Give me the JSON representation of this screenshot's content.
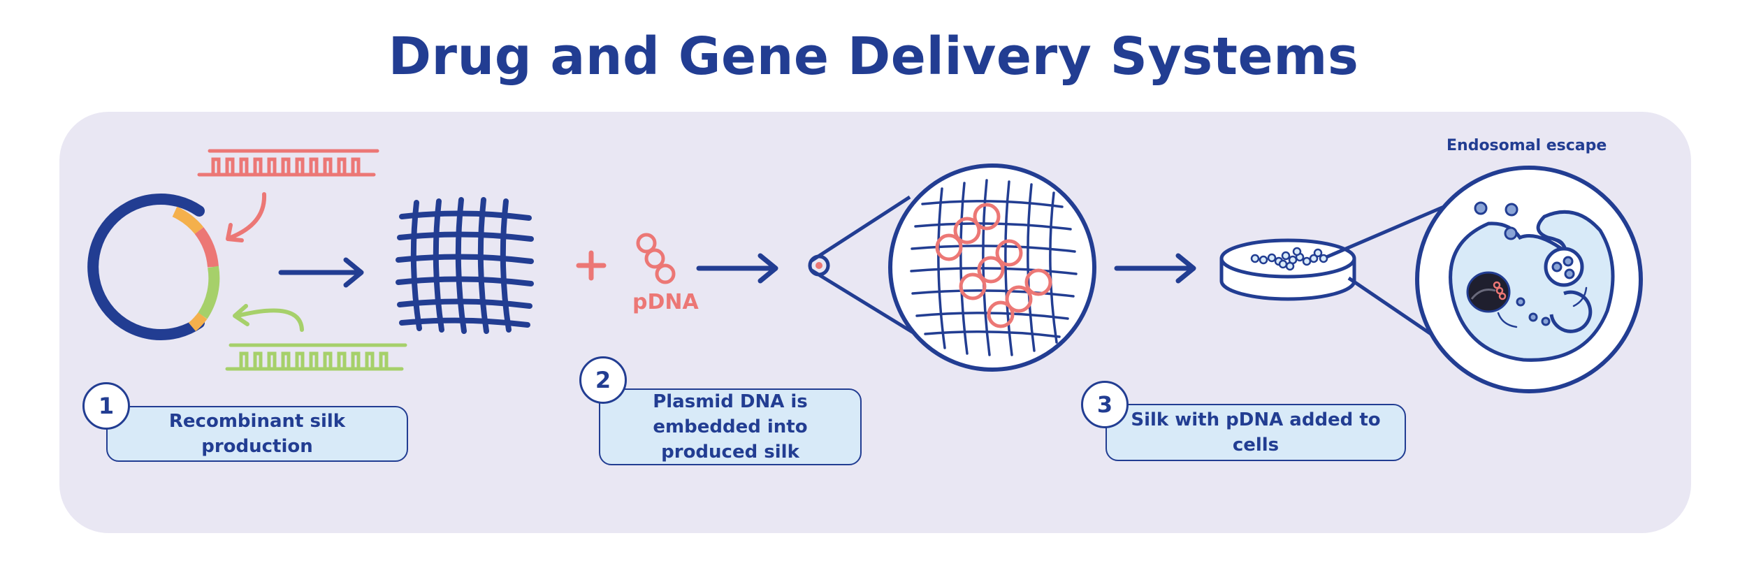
{
  "title": "Drug and Gene Delivery Systems",
  "colors": {
    "navy": "#223d92",
    "pink": "#ec7775",
    "green": "#a6d06a",
    "orange": "#f4b04c",
    "panel": "#e9e7f3",
    "label_bg": "#d8eaf8",
    "cell_fill": "#d8eaf8"
  },
  "steps": [
    {
      "number": "1",
      "text": "Recombinant silk production"
    },
    {
      "number": "2",
      "text": "Plasmid DNA is embedded into produced silk"
    },
    {
      "number": "3",
      "text": "Silk with pDNA added to cells"
    }
  ],
  "pdna_label": "pDNA",
  "endosomal_label": "Endosomal escape",
  "icons": [
    "plasmid-icon",
    "dna-strand-icon",
    "arrow-icon",
    "silk-mesh-icon",
    "plus-icon",
    "pdna-icon",
    "magnifier-icon",
    "petri-dish-icon",
    "cell-icon"
  ]
}
